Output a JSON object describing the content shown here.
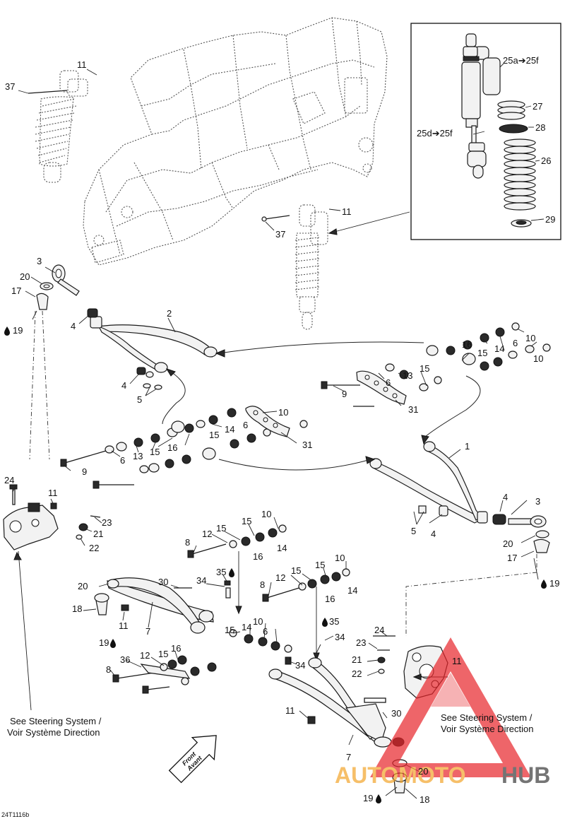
{
  "figure_code": "24T1116b",
  "callouts": {
    "c1": "1",
    "c2": "2",
    "c3": "3",
    "c4": "4",
    "c5": "5",
    "c6": "6",
    "c7": "7",
    "c8": "8",
    "c9": "9",
    "c10": "10",
    "c11": "11",
    "c12": "12",
    "c13": "13",
    "c14": "14",
    "c15": "15",
    "c16": "16",
    "c17": "17",
    "c18": "18",
    "c19": "19",
    "c20": "20",
    "c21": "21",
    "c22": "22",
    "c23": "23",
    "c24": "24",
    "c25af": "25a➔25f",
    "c25df": "25d➔25f",
    "c26": "26",
    "c27": "27",
    "c28": "28",
    "c29": "29",
    "c30": "30",
    "c31": "31",
    "c34": "34",
    "c35": "35",
    "c36": "36",
    "c37": "37"
  },
  "notes": {
    "steering_left_line1": "See Steering System /",
    "steering_left_line2": "Voir Système Direction",
    "steering_right_line1": "See Steering System /",
    "steering_right_line2": "Voir Système Direction",
    "front_line1": "Front",
    "front_line2": "Avant"
  },
  "watermark": {
    "part1": "AUTOMOTO",
    "part2": "HUB",
    "colors": {
      "triangle": "#e8252a",
      "part1": "#f3a52a",
      "part2": "#3a3a3a"
    }
  }
}
